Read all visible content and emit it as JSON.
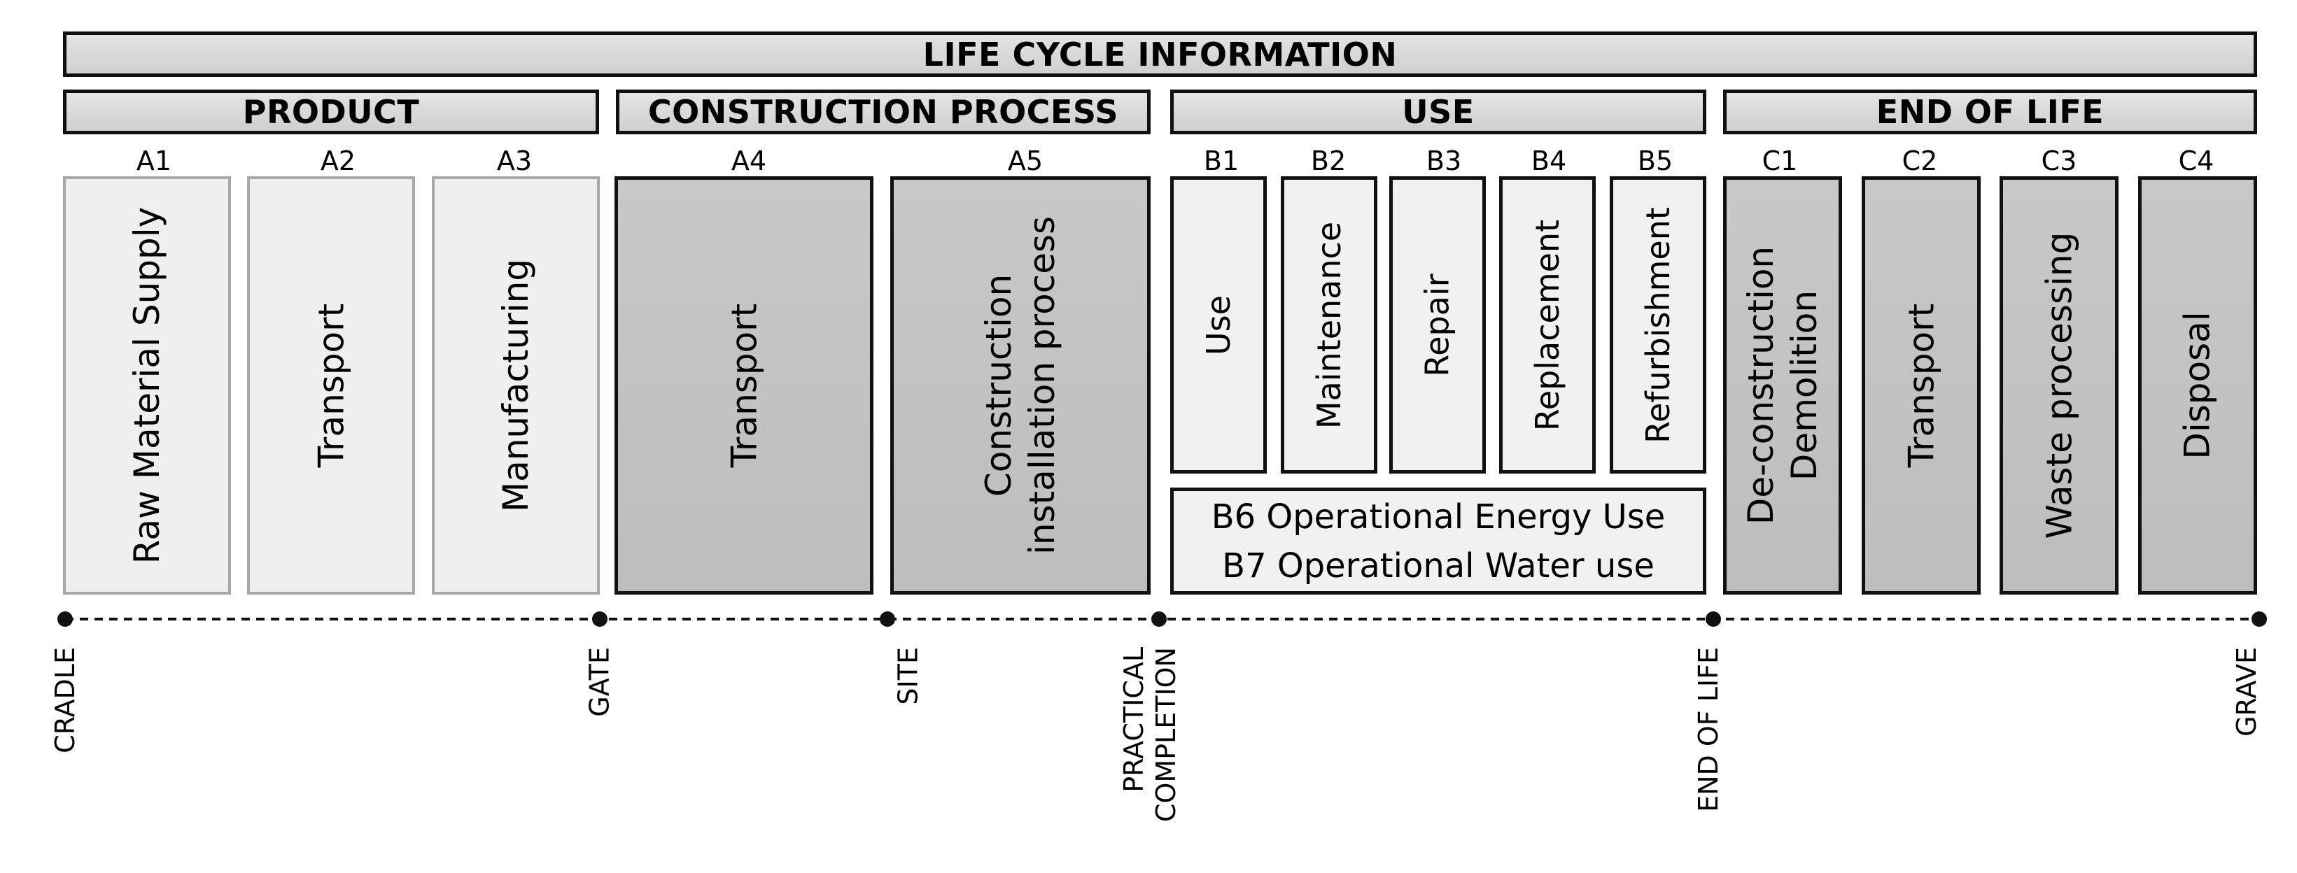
{
  "title": "LIFE CYCLE INFORMATION",
  "stages": {
    "product": "PRODUCT",
    "construction": "CONSTRUCTION PROCESS",
    "use": "USE",
    "end_of_life": "END OF LIFE"
  },
  "modules": {
    "a1": {
      "code": "A1",
      "label": "Raw Material Supply"
    },
    "a2": {
      "code": "A2",
      "label": "Transport"
    },
    "a3": {
      "code": "A3",
      "label": "Manufacturing"
    },
    "a4": {
      "code": "A4",
      "label": "Transport"
    },
    "a5": {
      "code": "A5",
      "line1": "Construction",
      "line2": "installation process"
    },
    "b1": {
      "code": "B1",
      "label": "Use"
    },
    "b2": {
      "code": "B2",
      "label": "Maintenance"
    },
    "b3": {
      "code": "B3",
      "label": "Repair"
    },
    "b4": {
      "code": "B4",
      "label": "Replacement"
    },
    "b5": {
      "code": "B5",
      "label": "Refurbishment"
    },
    "b6": "B6 Operational Energy Use",
    "b7": "B7 Operational Water use",
    "c1": {
      "code": "C1",
      "line1": "De-construction",
      "line2": "Demolition"
    },
    "c2": {
      "code": "C2",
      "label": "Transport"
    },
    "c3": {
      "code": "C3",
      "label": "Waste processing"
    },
    "c4": {
      "code": "C4",
      "label": "Disposal"
    }
  },
  "milestones": {
    "cradle": "CRADLE",
    "gate": "GATE",
    "site": "SITE",
    "practical_completion_1": "PRACTICAL",
    "practical_completion_2": "COMPLETION",
    "end_of_life": "END OF LIFE",
    "grave": "GRAVE"
  }
}
